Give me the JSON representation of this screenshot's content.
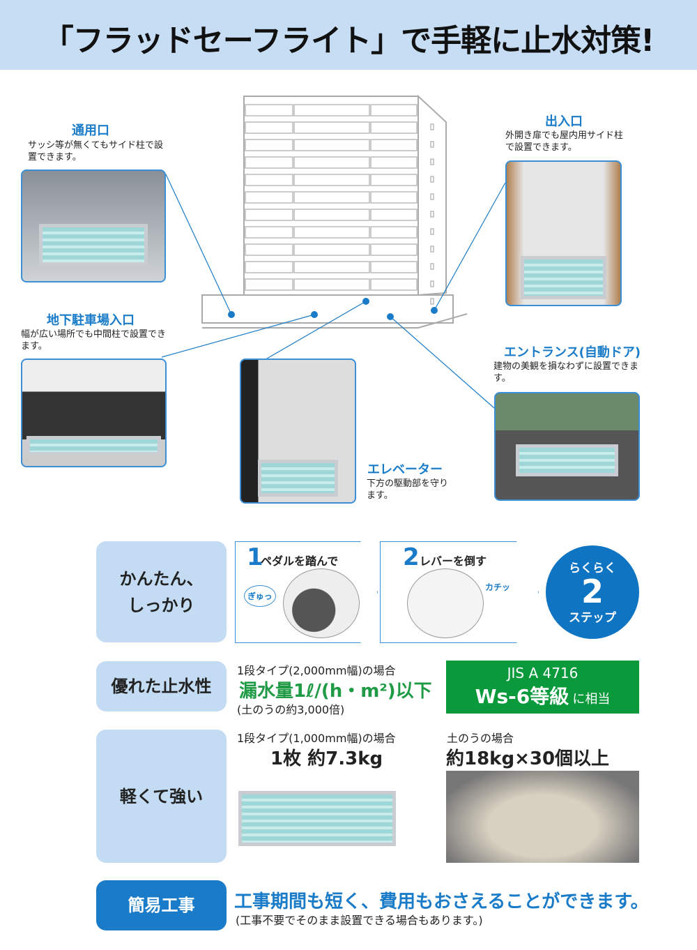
{
  "title": "「フラッドセーフライト」で手軽に止水対策!",
  "locations": [
    {
      "name": "通用口",
      "desc": "サッシ等が無くてもサイド柱で設置できます。"
    },
    {
      "name": "出入口",
      "desc": "外開き扉でも屋内用サイド柱で設置できます。"
    },
    {
      "name": "地下駐車場入口",
      "desc": "幅が広い場所でも中間柱で設置できます。"
    },
    {
      "name": "エントランス(自動ドア)",
      "desc": "建物の美観を損なわずに設置できます。"
    },
    {
      "name": "エレベーター",
      "desc": "下方の駆動部を守ります。"
    }
  ],
  "features": {
    "easy": {
      "label": "かんたん、しっかり",
      "step1_num": "1",
      "step1": "ペダルを踏んで",
      "step1_sfx": "ぎゅっ",
      "step2_num": "2",
      "step2": "レバーを倒す",
      "step2_sfx": "カチッ",
      "badge_top": "らくらく",
      "badge_num": "2",
      "badge_bottom": "ステップ"
    },
    "watertight": {
      "label": "優れた止水性",
      "condition": "1段タイプ(2,000mm幅)の場合",
      "value": "漏水量1ℓ/(h・m²)以下",
      "note": "(土のうの約3,000倍)",
      "jis": "JIS A 4716",
      "grade": "Ws-6等級",
      "grade_suffix": "に相当"
    },
    "light": {
      "label": "軽くて強い",
      "condition": "1段タイプ(1,000mm幅)の場合",
      "value": "1枚 約7.3kg",
      "sandbag_condition": "土のうの場合",
      "sandbag_value": "約18kg×30個以上"
    },
    "install": {
      "label": "簡易工事",
      "headline": "工事期間も短く、費用もおさえることができます。",
      "note": "(工事不要でそのまま設置できる場合もあります。)"
    }
  },
  "colors": {
    "accent": "#1a7cc8",
    "header_bg": "#c6ddf3",
    "green": "#0a9a3c"
  }
}
